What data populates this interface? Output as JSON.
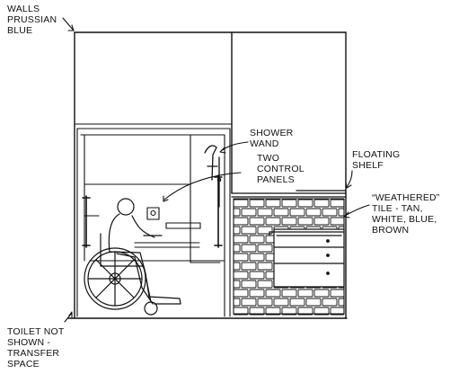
{
  "labels": {
    "walls": [
      "WALLS",
      "PRUSSIAN",
      "BLUE"
    ],
    "shower_wand": [
      "SHOWER",
      "WAND"
    ],
    "control_panels": [
      "TWO",
      "CONTROL",
      "PANELS"
    ],
    "floating_shelf": [
      "FLOATING",
      "SHELF"
    ],
    "tile": [
      "“WEATHERED”",
      "TILE - TAN,",
      "WHITE, BLUE,",
      "BROWN"
    ],
    "toilet": [
      "TOILET NOT",
      "SHOWN -",
      "TRANSFER",
      "SPACE"
    ]
  },
  "colors": {
    "ink": "#111111",
    "paper": "#ffffff"
  },
  "icons": [
    "wheelchair-user-figure",
    "shower-wand-icon",
    "control-panel-icon",
    "grab-bar-icon"
  ]
}
